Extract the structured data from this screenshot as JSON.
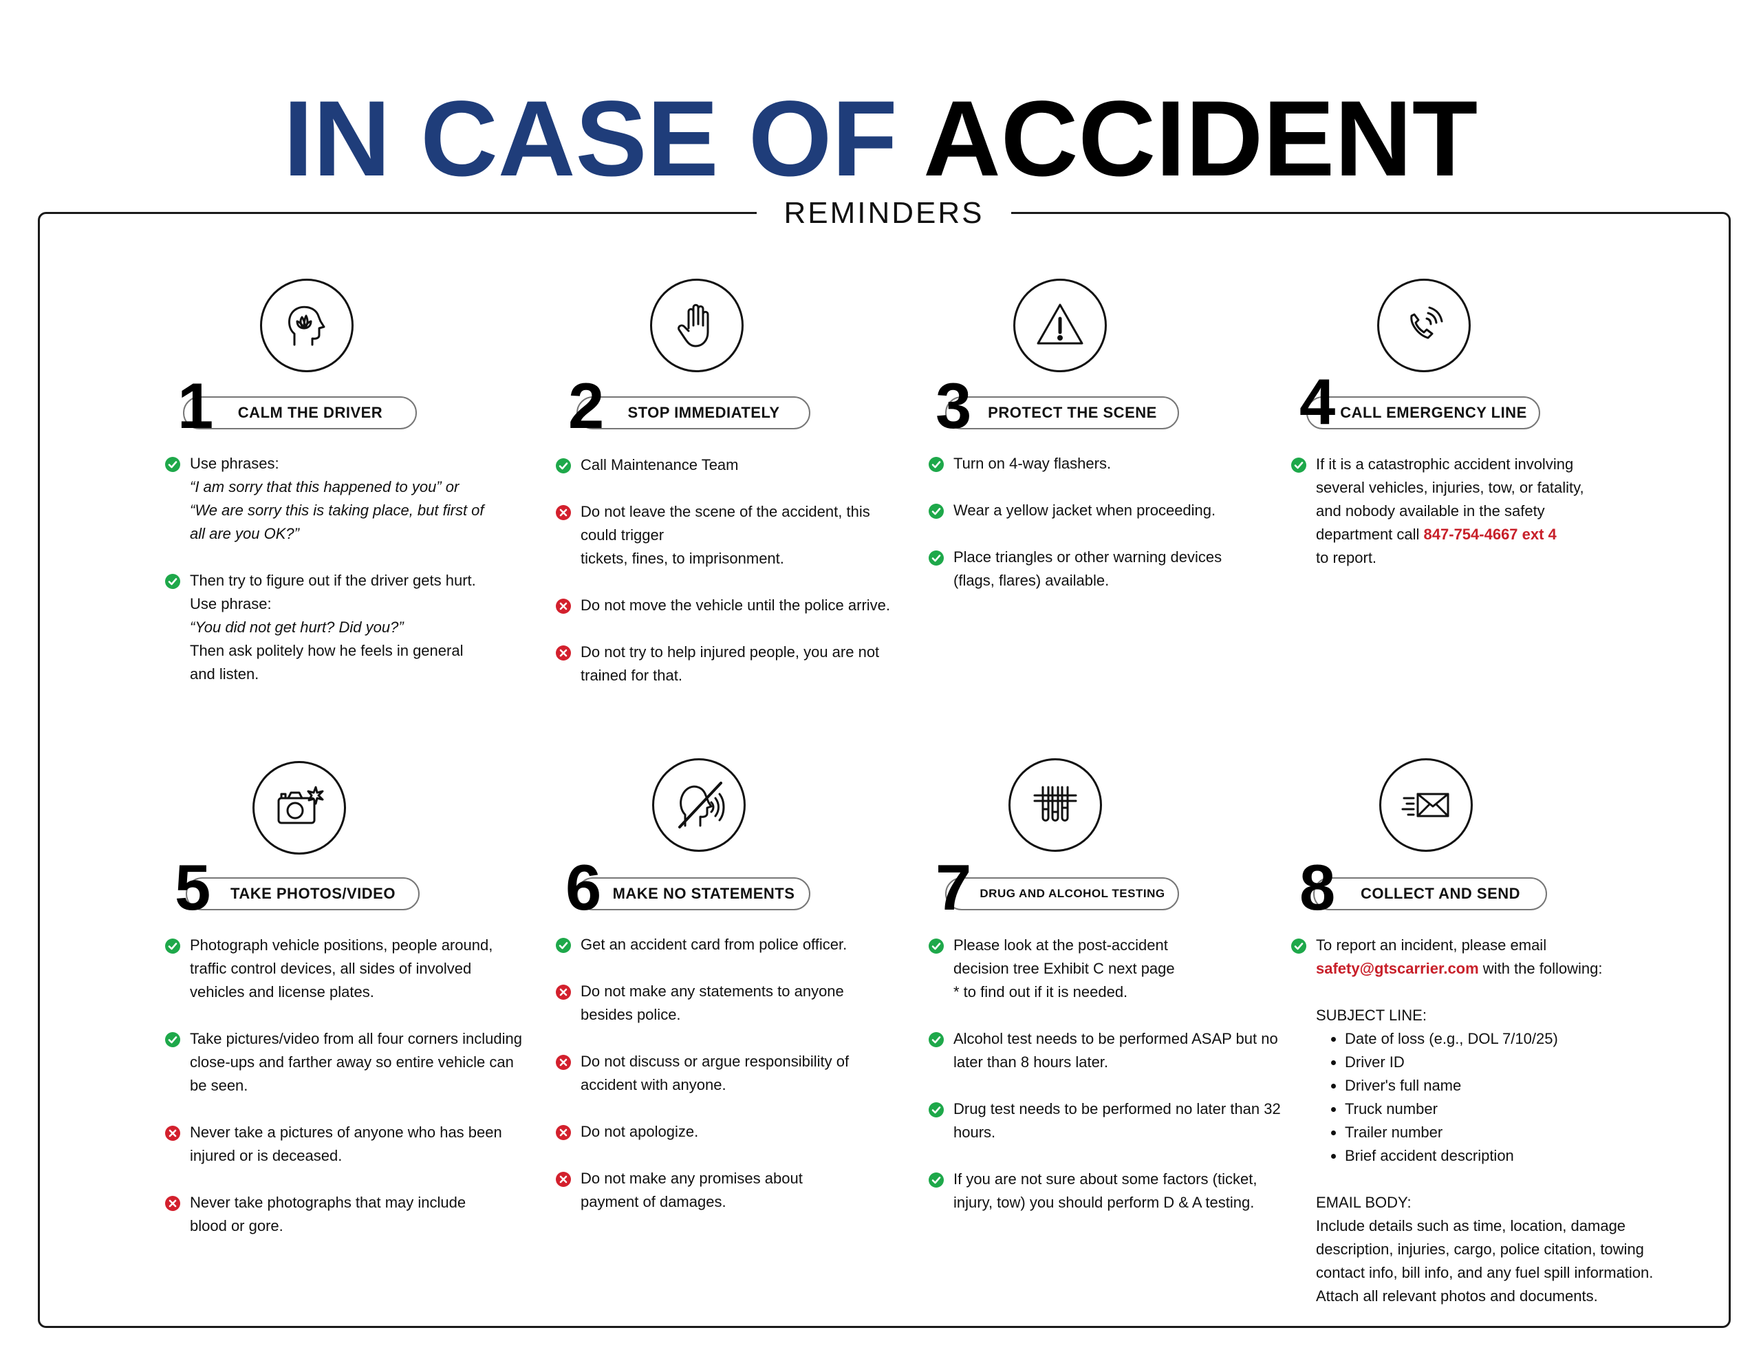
{
  "title": {
    "part1": "IN CASE OF",
    "part2": "ACCIDENT"
  },
  "subtitle": "REMINDERS",
  "colors": {
    "title_blue": "#1f3d7a",
    "check_green": "#1ea84a",
    "cross_red": "#d3202d",
    "highlight_red": "#c8202a"
  },
  "sections": [
    {
      "number": "1",
      "heading": "CALM THE DRIVER",
      "icon": "calm-head-icon",
      "items": [
        {
          "type": "check",
          "lines": [
            {
              "t": "Use phrases:"
            },
            {
              "t": "“I am sorry that this happened to you” or",
              "i": true
            },
            {
              "t": "“We are sorry this is taking place, but first of",
              "i": true
            },
            {
              "t": "all are you OK?”",
              "i": true
            }
          ]
        },
        {
          "type": "check",
          "lines": [
            {
              "t": "Then try to figure out if the driver gets hurt."
            },
            {
              "t": "Use phrase:"
            },
            {
              "t": "“You did not get hurt? Did you?”",
              "i": true
            },
            {
              "t": "Then ask politely how he feels in general"
            },
            {
              "t": "and listen."
            }
          ]
        }
      ]
    },
    {
      "number": "2",
      "heading": "STOP IMMEDIATELY",
      "icon": "stop-hand-icon",
      "items": [
        {
          "type": "check",
          "lines": [
            {
              "t": "Call Maintenance Team"
            }
          ]
        },
        {
          "type": "cross",
          "lines": [
            {
              "t": "Do not leave the scene of the accident, this"
            },
            {
              "t": "could trigger"
            },
            {
              "t": "tickets, fines, to imprisonment."
            }
          ]
        },
        {
          "type": "cross",
          "lines": [
            {
              "t": "Do not move the vehicle until the police arrive."
            }
          ]
        },
        {
          "type": "cross",
          "lines": [
            {
              "t": "Do not try to help injured people, you are not"
            },
            {
              "t": "trained for that."
            }
          ]
        }
      ]
    },
    {
      "number": "3",
      "heading": "PROTECT THE SCENE",
      "icon": "warning-triangle-icon",
      "items": [
        {
          "type": "check",
          "lines": [
            {
              "t": "Turn on 4-way flashers."
            }
          ]
        },
        {
          "type": "check",
          "lines": [
            {
              "t": "Wear a yellow jacket when proceeding."
            }
          ]
        },
        {
          "type": "check",
          "lines": [
            {
              "t": "Place triangles or other warning devices"
            },
            {
              "t": "(flags, flares) available."
            }
          ]
        }
      ]
    },
    {
      "number": "4",
      "heading": "CALL EMERGENCY LINE",
      "icon": "phone-call-icon",
      "items": [
        {
          "type": "check",
          "lines": [
            {
              "t": "If it is a catastrophic accident involving"
            },
            {
              "t": "several vehicles, injuries, tow, or fatality,"
            },
            {
              "t": "and nobody available in the safety"
            },
            {
              "t": "department call ",
              "r": "847-754-4667 ext 4"
            },
            {
              "t": "to report."
            }
          ]
        }
      ]
    },
    {
      "number": "5",
      "heading": "TAKE PHOTOS/VIDEO",
      "icon": "camera-icon",
      "items": [
        {
          "type": "check",
          "lines": [
            {
              "t": "Photograph vehicle positions, people around,"
            },
            {
              "t": "traffic control devices, all sides of involved"
            },
            {
              "t": "vehicles and license plates."
            }
          ]
        },
        {
          "type": "check",
          "lines": [
            {
              "t": "Take pictures/video from all four corners including"
            },
            {
              "t": "close-ups and farther away so entire vehicle can"
            },
            {
              "t": "be seen."
            }
          ]
        },
        {
          "type": "cross",
          "lines": [
            {
              "t": "Never take a pictures of anyone who has been"
            },
            {
              "t": "injured or is deceased."
            }
          ]
        },
        {
          "type": "cross",
          "lines": [
            {
              "t": "Never take photographs that may include"
            },
            {
              "t": "blood or gore."
            }
          ]
        }
      ]
    },
    {
      "number": "6",
      "heading": "MAKE NO STATEMENTS",
      "icon": "no-speaking-icon",
      "items": [
        {
          "type": "check",
          "lines": [
            {
              "t": "Get an accident card from police officer."
            }
          ]
        },
        {
          "type": "cross",
          "lines": [
            {
              "t": "Do not make any statements to anyone"
            },
            {
              "t": "besides police."
            }
          ]
        },
        {
          "type": "cross",
          "lines": [
            {
              "t": "Do not discuss or argue responsibility of"
            },
            {
              "t": "accident with anyone."
            }
          ]
        },
        {
          "type": "cross",
          "lines": [
            {
              "t": "Do not apologize."
            }
          ]
        },
        {
          "type": "cross",
          "lines": [
            {
              "t": "Do not make any promises about"
            },
            {
              "t": "payment of damages."
            }
          ]
        }
      ]
    },
    {
      "number": "7",
      "heading": "DRUG AND ALCOHOL TESTING",
      "icon": "test-tubes-icon",
      "items": [
        {
          "type": "check",
          "lines": [
            {
              "t": "Please look at the post-accident"
            },
            {
              "t": "decision tree Exhibit C next page"
            },
            {
              "t": "* to find out if it is needed."
            }
          ]
        },
        {
          "type": "check",
          "lines": [
            {
              "t": "Alcohol test needs to be performed ASAP but no"
            },
            {
              "t": "later than 8 hours later."
            }
          ]
        },
        {
          "type": "check",
          "lines": [
            {
              "t": "Drug test needs to be performed no later than 32"
            },
            {
              "t": "hours."
            }
          ]
        },
        {
          "type": "check",
          "lines": [
            {
              "t": "If you are not sure about some factors (ticket,"
            },
            {
              "t": "injury, tow) you should perform D & A testing."
            }
          ]
        }
      ]
    },
    {
      "number": "8",
      "heading": "COLLECT AND SEND",
      "icon": "envelope-send-icon",
      "items": [
        {
          "type": "check",
          "lines": [
            {
              "t": "To report an incident, please email"
            },
            {
              "r": "safety@gtscarrier.com",
              "t": " with the following:"
            },
            {
              "gap": true
            },
            {
              "t": "SUBJECT LINE:"
            },
            {
              "bullets": [
                "Date of loss (e.g., DOL 7/10/25)",
                "Driver ID",
                "Driver's full name",
                "Truck number",
                "Trailer number",
                "Brief accident description"
              ]
            },
            {
              "gap": true
            },
            {
              "t": "EMAIL BODY:"
            },
            {
              "t": "Include details such as time, location, damage"
            },
            {
              "t": "description, injuries, cargo, police citation, towing"
            },
            {
              "t": "contact info, bill info, and any fuel spill information."
            },
            {
              "t": "Attach all relevant photos and documents."
            }
          ]
        }
      ]
    }
  ]
}
